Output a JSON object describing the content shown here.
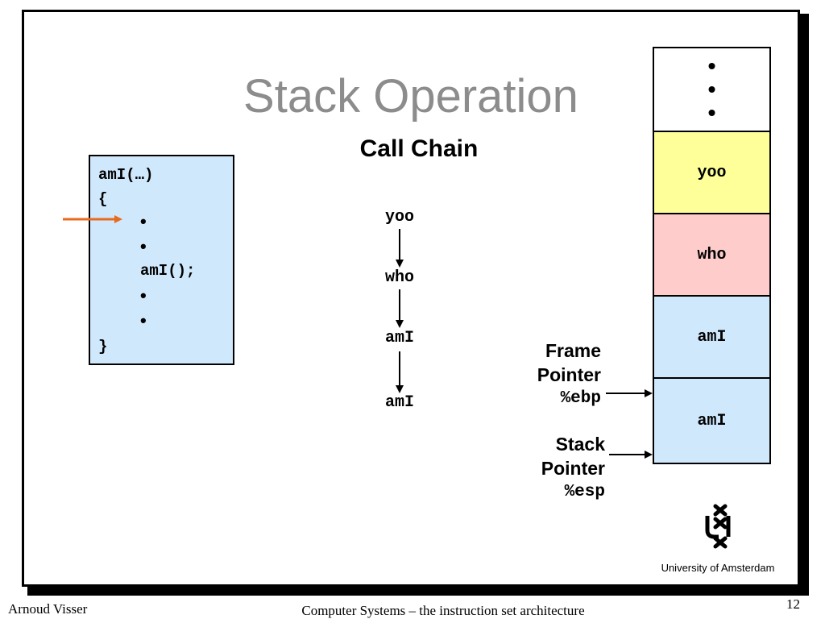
{
  "slide": {
    "title": "Stack Operation",
    "subtitle": "Call Chain"
  },
  "code": {
    "line1": "amI(…)",
    "line2": "{",
    "bullet": "•",
    "call": "amI();",
    "close": "}"
  },
  "call_chain": {
    "items": [
      "yoo",
      "who",
      "amI",
      "amI"
    ]
  },
  "stack": {
    "frames": [
      {
        "label": "•",
        "color": "#ffffff"
      },
      {
        "label": "yoo",
        "color": "#ffff99"
      },
      {
        "label": "who",
        "color": "#ffcccc"
      },
      {
        "label": "amI",
        "color": "#d0e8fc"
      },
      {
        "label": "amI",
        "color": "#d0e8fc"
      }
    ]
  },
  "pointers": {
    "frame": {
      "line1": "Frame",
      "line2": "Pointer",
      "reg": "%ebp"
    },
    "stack": {
      "line1": "Stack",
      "line2": "Pointer",
      "reg": "%esp"
    }
  },
  "colors": {
    "pc_arrow": "#e86a1e",
    "title": "#8c8c8c"
  },
  "footer": {
    "author": "Arnoud Visser",
    "course": "Computer Systems – the instruction set architecture",
    "page": "12",
    "university": "University  of Amsterdam"
  }
}
